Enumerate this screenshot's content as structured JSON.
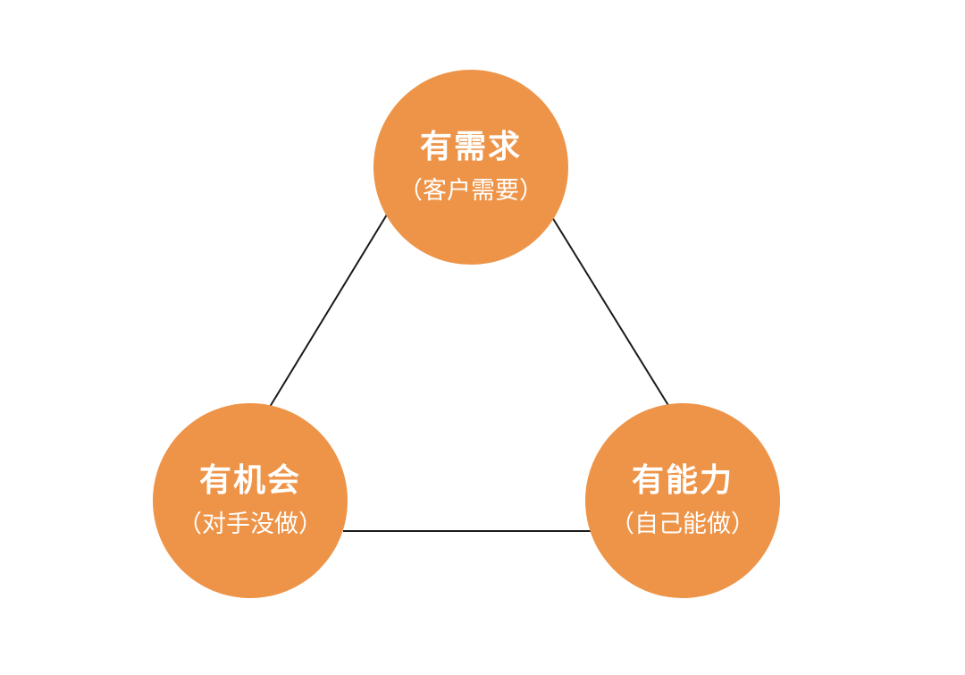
{
  "colors": {
    "node_fill": "#ee9448",
    "line": "#1a1a1a",
    "text": "#ffffff"
  },
  "nodes": {
    "top": {
      "title": "有需求",
      "subtitle": "（客户需要）"
    },
    "left": {
      "title": "有机会",
      "subtitle": "（对手没做）"
    },
    "right": {
      "title": "有能力",
      "subtitle": "（自己能做）"
    }
  }
}
